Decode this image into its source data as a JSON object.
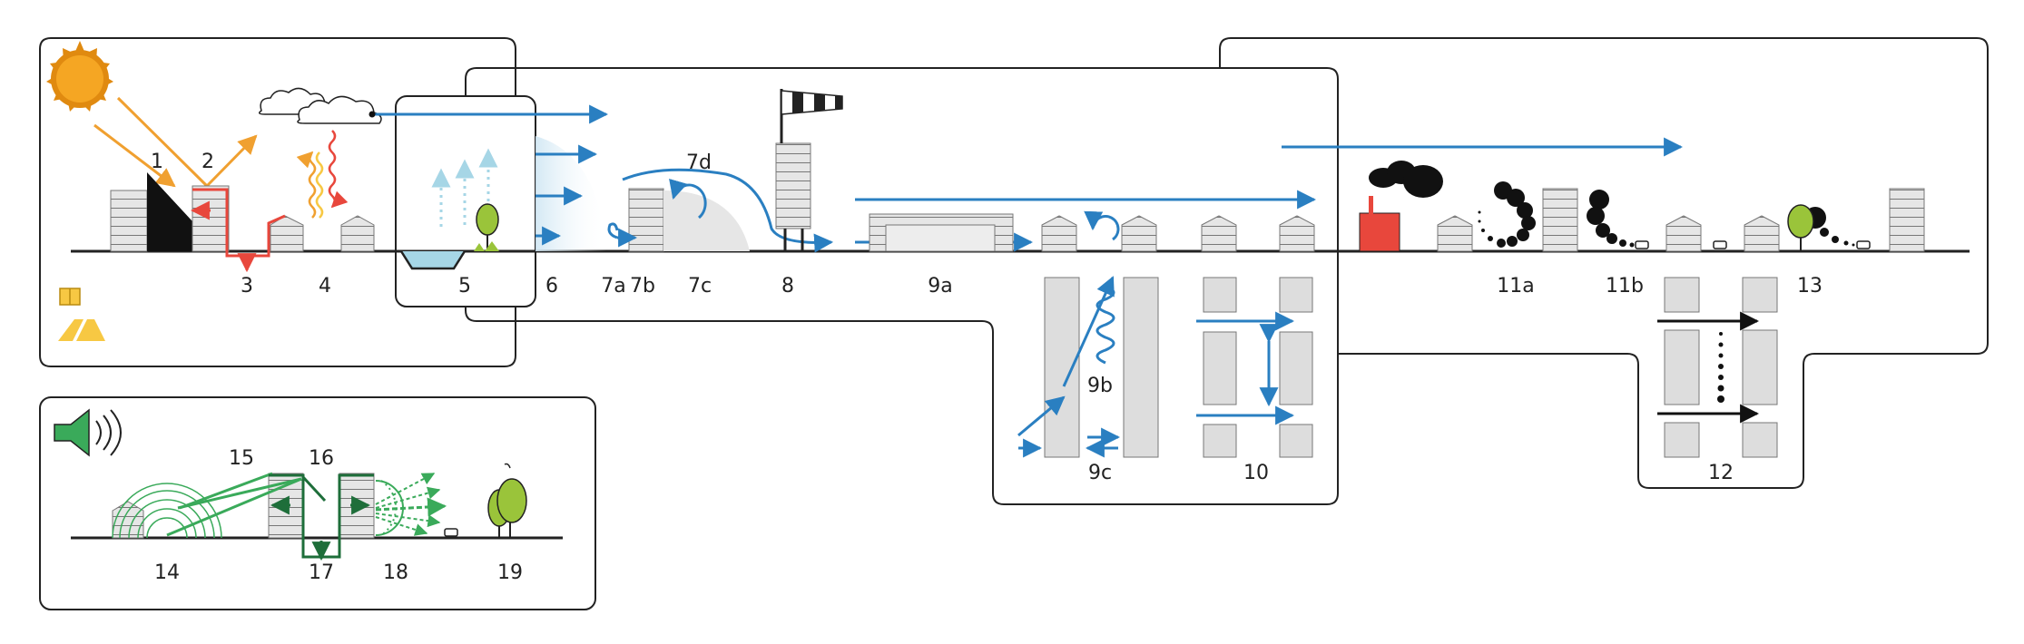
{
  "labels": {
    "n1": "1",
    "n2": "2",
    "n3": "3",
    "n4": "4",
    "n5": "5",
    "n6": "6",
    "n7a": "7a",
    "n7b": "7b",
    "n7c": "7c",
    "n7d": "7d",
    "n8": "8",
    "n9a": "9a",
    "n9b": "9b",
    "n9c": "9c",
    "n10": "10",
    "n11a": "11a",
    "n11b": "11b",
    "n12": "12",
    "n13": "13",
    "n14": "14",
    "n15": "15",
    "n16": "16",
    "n17": "17",
    "n18": "18",
    "n19": "19"
  },
  "icons": {
    "sun": "sun-icon",
    "cloud": "cloud-icon",
    "windsock": "windsock-icon",
    "factory": "factory-icon",
    "speaker": "speaker-icon",
    "window": "window-icon",
    "road": "road-icon",
    "tree": "tree-icon"
  },
  "colors": {
    "radiation": "#f0a030",
    "heat": "#e8473c",
    "wind": "#2a7fc1",
    "water": "#a6d6e6",
    "smoke": "#111111",
    "noise": "#3aaa5a",
    "noise_dark": "#1e6e3a",
    "tree": "#9ac43a",
    "building": "#e6e6e6",
    "sun": "#f5a623",
    "factory": "#e8473c",
    "road": "#f7c843"
  }
}
